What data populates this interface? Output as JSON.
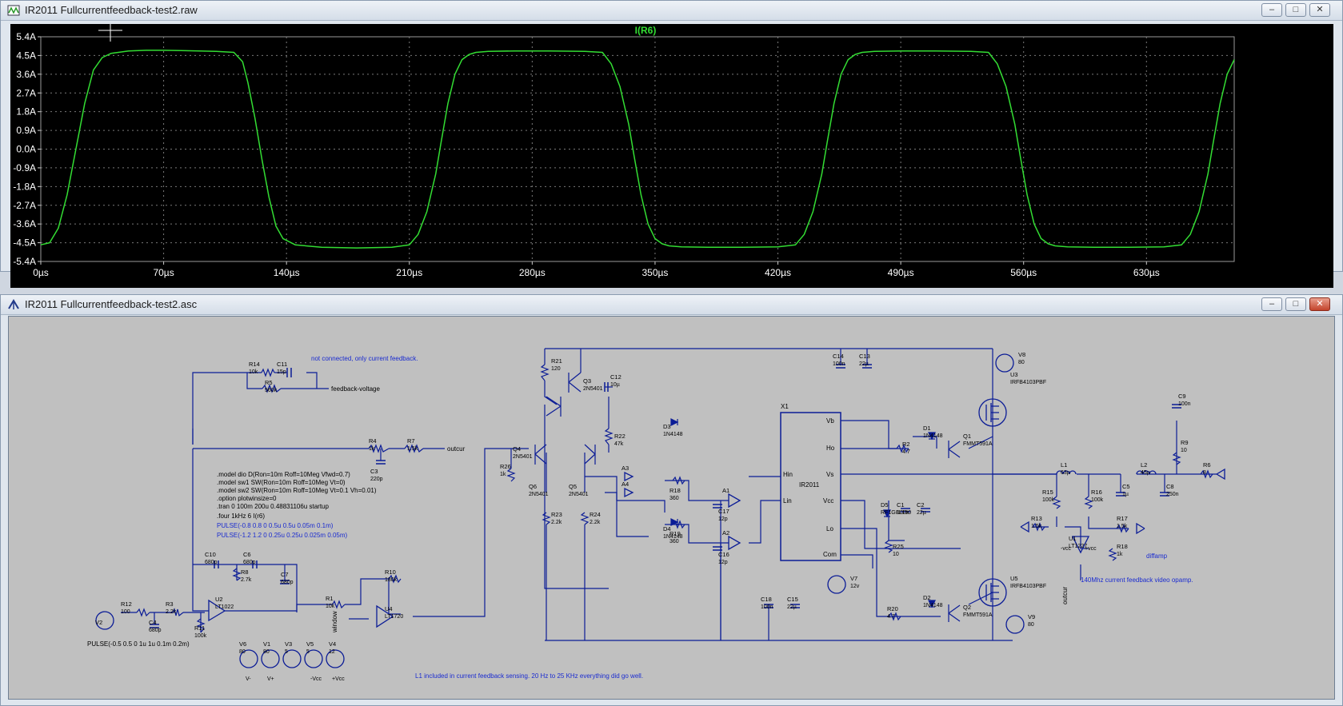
{
  "waveform_window": {
    "title": "IR2011 Fullcurrentfeedback-test2.raw",
    "buttons": {
      "minimize": "–",
      "maximize": "□",
      "close": "✕"
    }
  },
  "schematic_window": {
    "title": "IR2011 Fullcurrentfeedback-test2.asc",
    "buttons": {
      "minimize": "–",
      "maximize": "□",
      "close": "✕"
    }
  },
  "chart_data": {
    "type": "line",
    "title": "I(R6)",
    "xlabel": "",
    "ylabel": "",
    "x_ticks": [
      "0µs",
      "70µs",
      "140µs",
      "210µs",
      "280µs",
      "350µs",
      "420µs",
      "490µs",
      "560µs",
      "630µs"
    ],
    "y_ticks": [
      "5.4A",
      "4.5A",
      "3.6A",
      "2.7A",
      "1.8A",
      "0.9A",
      "0.0A",
      "-0.9A",
      "-1.8A",
      "-2.7A",
      "-3.6A",
      "-4.5A",
      "-5.4A"
    ],
    "xlim": [
      0,
      680
    ],
    "ylim": [
      -5.4,
      5.4
    ],
    "grid": true,
    "colors": {
      "trace": "#33dd33",
      "background": "#000000",
      "grid": "#7a7a7a",
      "axis_text": "#ffffff",
      "title": "#33dd33"
    },
    "series": [
      {
        "name": "I(R6)",
        "x": [
          0,
          5,
          10,
          15,
          20,
          25,
          30,
          35,
          40,
          50,
          60,
          70,
          80,
          100,
          110,
          115,
          118,
          122,
          126,
          130,
          134,
          138,
          145,
          160,
          180,
          200,
          210,
          215,
          220,
          225,
          228,
          232,
          236,
          240,
          244,
          248,
          255,
          270,
          290,
          310,
          320,
          325,
          330,
          335,
          338,
          342,
          346,
          350,
          354,
          358,
          365,
          380,
          400,
          420,
          430,
          435,
          440,
          445,
          448,
          452,
          456,
          460,
          464,
          468,
          475,
          490,
          510,
          530,
          540,
          545,
          550,
          555,
          558,
          562,
          566,
          570,
          574,
          578,
          585,
          600,
          620,
          640,
          650,
          655,
          660,
          665,
          668,
          672,
          676,
          680
        ],
        "y": [
          -4.6,
          -4.5,
          -3.8,
          -2.2,
          0.0,
          2.2,
          3.8,
          4.4,
          4.6,
          4.72,
          4.75,
          4.75,
          4.74,
          4.7,
          4.65,
          4.2,
          3.2,
          1.5,
          -0.5,
          -2.3,
          -3.7,
          -4.3,
          -4.6,
          -4.72,
          -4.75,
          -4.72,
          -4.6,
          -4.1,
          -3.0,
          -1.2,
          0.3,
          2.2,
          3.6,
          4.3,
          4.55,
          4.65,
          4.7,
          4.72,
          4.72,
          4.7,
          4.65,
          4.1,
          3.0,
          1.2,
          -0.3,
          -2.2,
          -3.6,
          -4.3,
          -4.55,
          -4.65,
          -4.7,
          -4.72,
          -4.72,
          -4.7,
          -4.6,
          -4.1,
          -3.0,
          -1.2,
          0.3,
          2.2,
          3.6,
          4.3,
          4.55,
          4.65,
          4.7,
          4.72,
          4.72,
          4.7,
          4.65,
          4.1,
          3.0,
          1.2,
          -0.3,
          -2.2,
          -3.6,
          -4.3,
          -4.55,
          -4.65,
          -4.7,
          -4.72,
          -4.72,
          -4.7,
          -4.6,
          -4.1,
          -3.0,
          -1.2,
          0.3,
          2.2,
          3.6,
          4.3
        ]
      }
    ]
  },
  "schematic": {
    "labels": {
      "not_connected": "not connected, only current feedback.",
      "feedback_voltage": "feedback-voltage",
      "outcur": "outcur",
      "model1": ".model dio D(Ron=10m Roff=10Meg Vfwd=0.7)",
      "model2": ".model sw1 SW(Ron=10m Roff=10Meg Vt=0)",
      "model3": ".model sw2 SW(Ron=10m Roff=10Meg Vt=0.1 Vh=0.01)",
      "option": ".option plotwinsize=0",
      "tran": ".tran 0 100m 200u 0.48831106u startup",
      "four": ".four 1kHz 6 I(r6)",
      "pulse1": "PULSE(-0.8 0.8 0 0.5u 0.5u 0.05m 0.1m)",
      "pulse2": "PULSE(-1.2 1.2 0 0.25u 0.25u 0.025m 0.05m)",
      "pulse_v2": "PULSE(-0.5 0.5 0 1u 1u 0.1m 0.2m)",
      "l1_note": "L1 included in current feedback sensing. 20 Hz to 25 KHz everything did go well.",
      "diffamp": "diffamp",
      "opamp_note": "140Mhz current feedback video opamp.",
      "window": "window",
      "outcur_vert": "outcur",
      "x1": "X1",
      "ir2011": "IR2011",
      "pin_vb": "Vb",
      "pin_ho": "Ho",
      "pin_vs": "Vs",
      "pin_vcc": "Vcc",
      "pin_lo": "Lo",
      "pin_com": "Com",
      "pin_hin": "Hin",
      "pin_lin": "Lin"
    },
    "components": [
      {
        "ref": "R14",
        "val": "10k"
      },
      {
        "ref": "C11",
        "val": "15p"
      },
      {
        "ref": "R5",
        "val": "560k"
      },
      {
        "ref": "R4",
        "val": "1k"
      },
      {
        "ref": "R7",
        "val": "1.5k"
      },
      {
        "ref": "C3",
        "val": "220p"
      },
      {
        "ref": "R21",
        "val": "120"
      },
      {
        "ref": "Q3",
        "val": "2N5401"
      },
      {
        "ref": "C12",
        "val": "10µ"
      },
      {
        "ref": "Q4",
        "val": "2N5401"
      },
      {
        "ref": "R22",
        "val": "47k"
      },
      {
        "ref": "Q6",
        "val": "2N5401"
      },
      {
        "ref": "Q5",
        "val": "2N5401"
      },
      {
        "ref": "R26",
        "val": "1k"
      },
      {
        "ref": "R23",
        "val": "2.2k"
      },
      {
        "ref": "R24",
        "val": "2.2k"
      },
      {
        "ref": "D3",
        "val": "1N4148"
      },
      {
        "ref": "R18",
        "val": "360"
      },
      {
        "ref": "C17",
        "val": "12p"
      },
      {
        "ref": "D4",
        "val": "1N4148"
      },
      {
        "ref": "R19",
        "val": "360"
      },
      {
        "ref": "C16",
        "val": "12p"
      },
      {
        "ref": "A1",
        "val": ""
      },
      {
        "ref": "A2",
        "val": ""
      },
      {
        "ref": "A3",
        "val": ""
      },
      {
        "ref": "A4",
        "val": ""
      },
      {
        "ref": "C14",
        "val": "100n"
      },
      {
        "ref": "C13",
        "val": "22µ"
      },
      {
        "ref": "V8",
        "val": "80"
      },
      {
        "ref": "U3",
        "val": "IRFB4103PBF"
      },
      {
        "ref": "D1",
        "val": "1N4148"
      },
      {
        "ref": "Q1",
        "val": "FMMT591A"
      },
      {
        "ref": "R2",
        "val": "4.7"
      },
      {
        "ref": "D5",
        "val": "RF1G8L150"
      },
      {
        "ref": "C1",
        "val": "100n"
      },
      {
        "ref": "C2",
        "val": "22µ"
      },
      {
        "ref": "R25",
        "val": "10"
      },
      {
        "ref": "V7",
        "val": "12v"
      },
      {
        "ref": "C18",
        "val": "100n"
      },
      {
        "ref": "C15",
        "val": "22µ"
      },
      {
        "ref": "D2",
        "val": "1N4148"
      },
      {
        "ref": "Q2",
        "val": "FMMT591A"
      },
      {
        "ref": "R20",
        "val": "4.7"
      },
      {
        "ref": "U5",
        "val": "IRFB4103PBF"
      },
      {
        "ref": "V9",
        "val": "80"
      },
      {
        "ref": "L1",
        "val": "63µ"
      },
      {
        "ref": "R15",
        "val": "100k"
      },
      {
        "ref": "R16",
        "val": "100k"
      },
      {
        "ref": "C5",
        "val": "1µ"
      },
      {
        "ref": "L2",
        "val": "45µ"
      },
      {
        "ref": "C8",
        "val": "250n"
      },
      {
        "ref": "C9",
        "val": "100n"
      },
      {
        "ref": "R9",
        "val": "10"
      },
      {
        "ref": "R6",
        "val": "8"
      },
      {
        "ref": "R13",
        "val": "1.5k"
      },
      {
        "ref": "R17",
        "val": "1.5k"
      },
      {
        "ref": "R18b",
        "val": "1k"
      },
      {
        "ref": "U1",
        "val": "LT1227"
      },
      {
        "ref": "C10",
        "val": "680p"
      },
      {
        "ref": "C6",
        "val": "680p"
      },
      {
        "ref": "R8",
        "val": "2.7k"
      },
      {
        "ref": "C7",
        "val": "680p"
      },
      {
        "ref": "U2",
        "val": "LT1022"
      },
      {
        "ref": "R12",
        "val": "100"
      },
      {
        "ref": "R3",
        "val": "2.2k"
      },
      {
        "ref": "C4",
        "val": "680p"
      },
      {
        "ref": "R11",
        "val": "100k"
      },
      {
        "ref": "V2",
        "val": ""
      },
      {
        "ref": "R10",
        "val": "180k"
      },
      {
        "ref": "R1",
        "val": "10k"
      },
      {
        "ref": "U4",
        "val": "LT1720"
      },
      {
        "ref": "V6",
        "val": "80"
      },
      {
        "ref": "V1",
        "val": "80"
      },
      {
        "ref": "V3",
        "val": "5"
      },
      {
        "ref": "V5",
        "val": "5"
      },
      {
        "ref": "V4",
        "val": "12"
      }
    ],
    "net_labels": {
      "v_minus": "V-",
      "v_plus": "V+",
      "vcc_minus": "-Vcc",
      "vcc_plus": "+Vcc",
      "vcc_n": "-vcc",
      "vcc_p": "+vcc"
    }
  }
}
